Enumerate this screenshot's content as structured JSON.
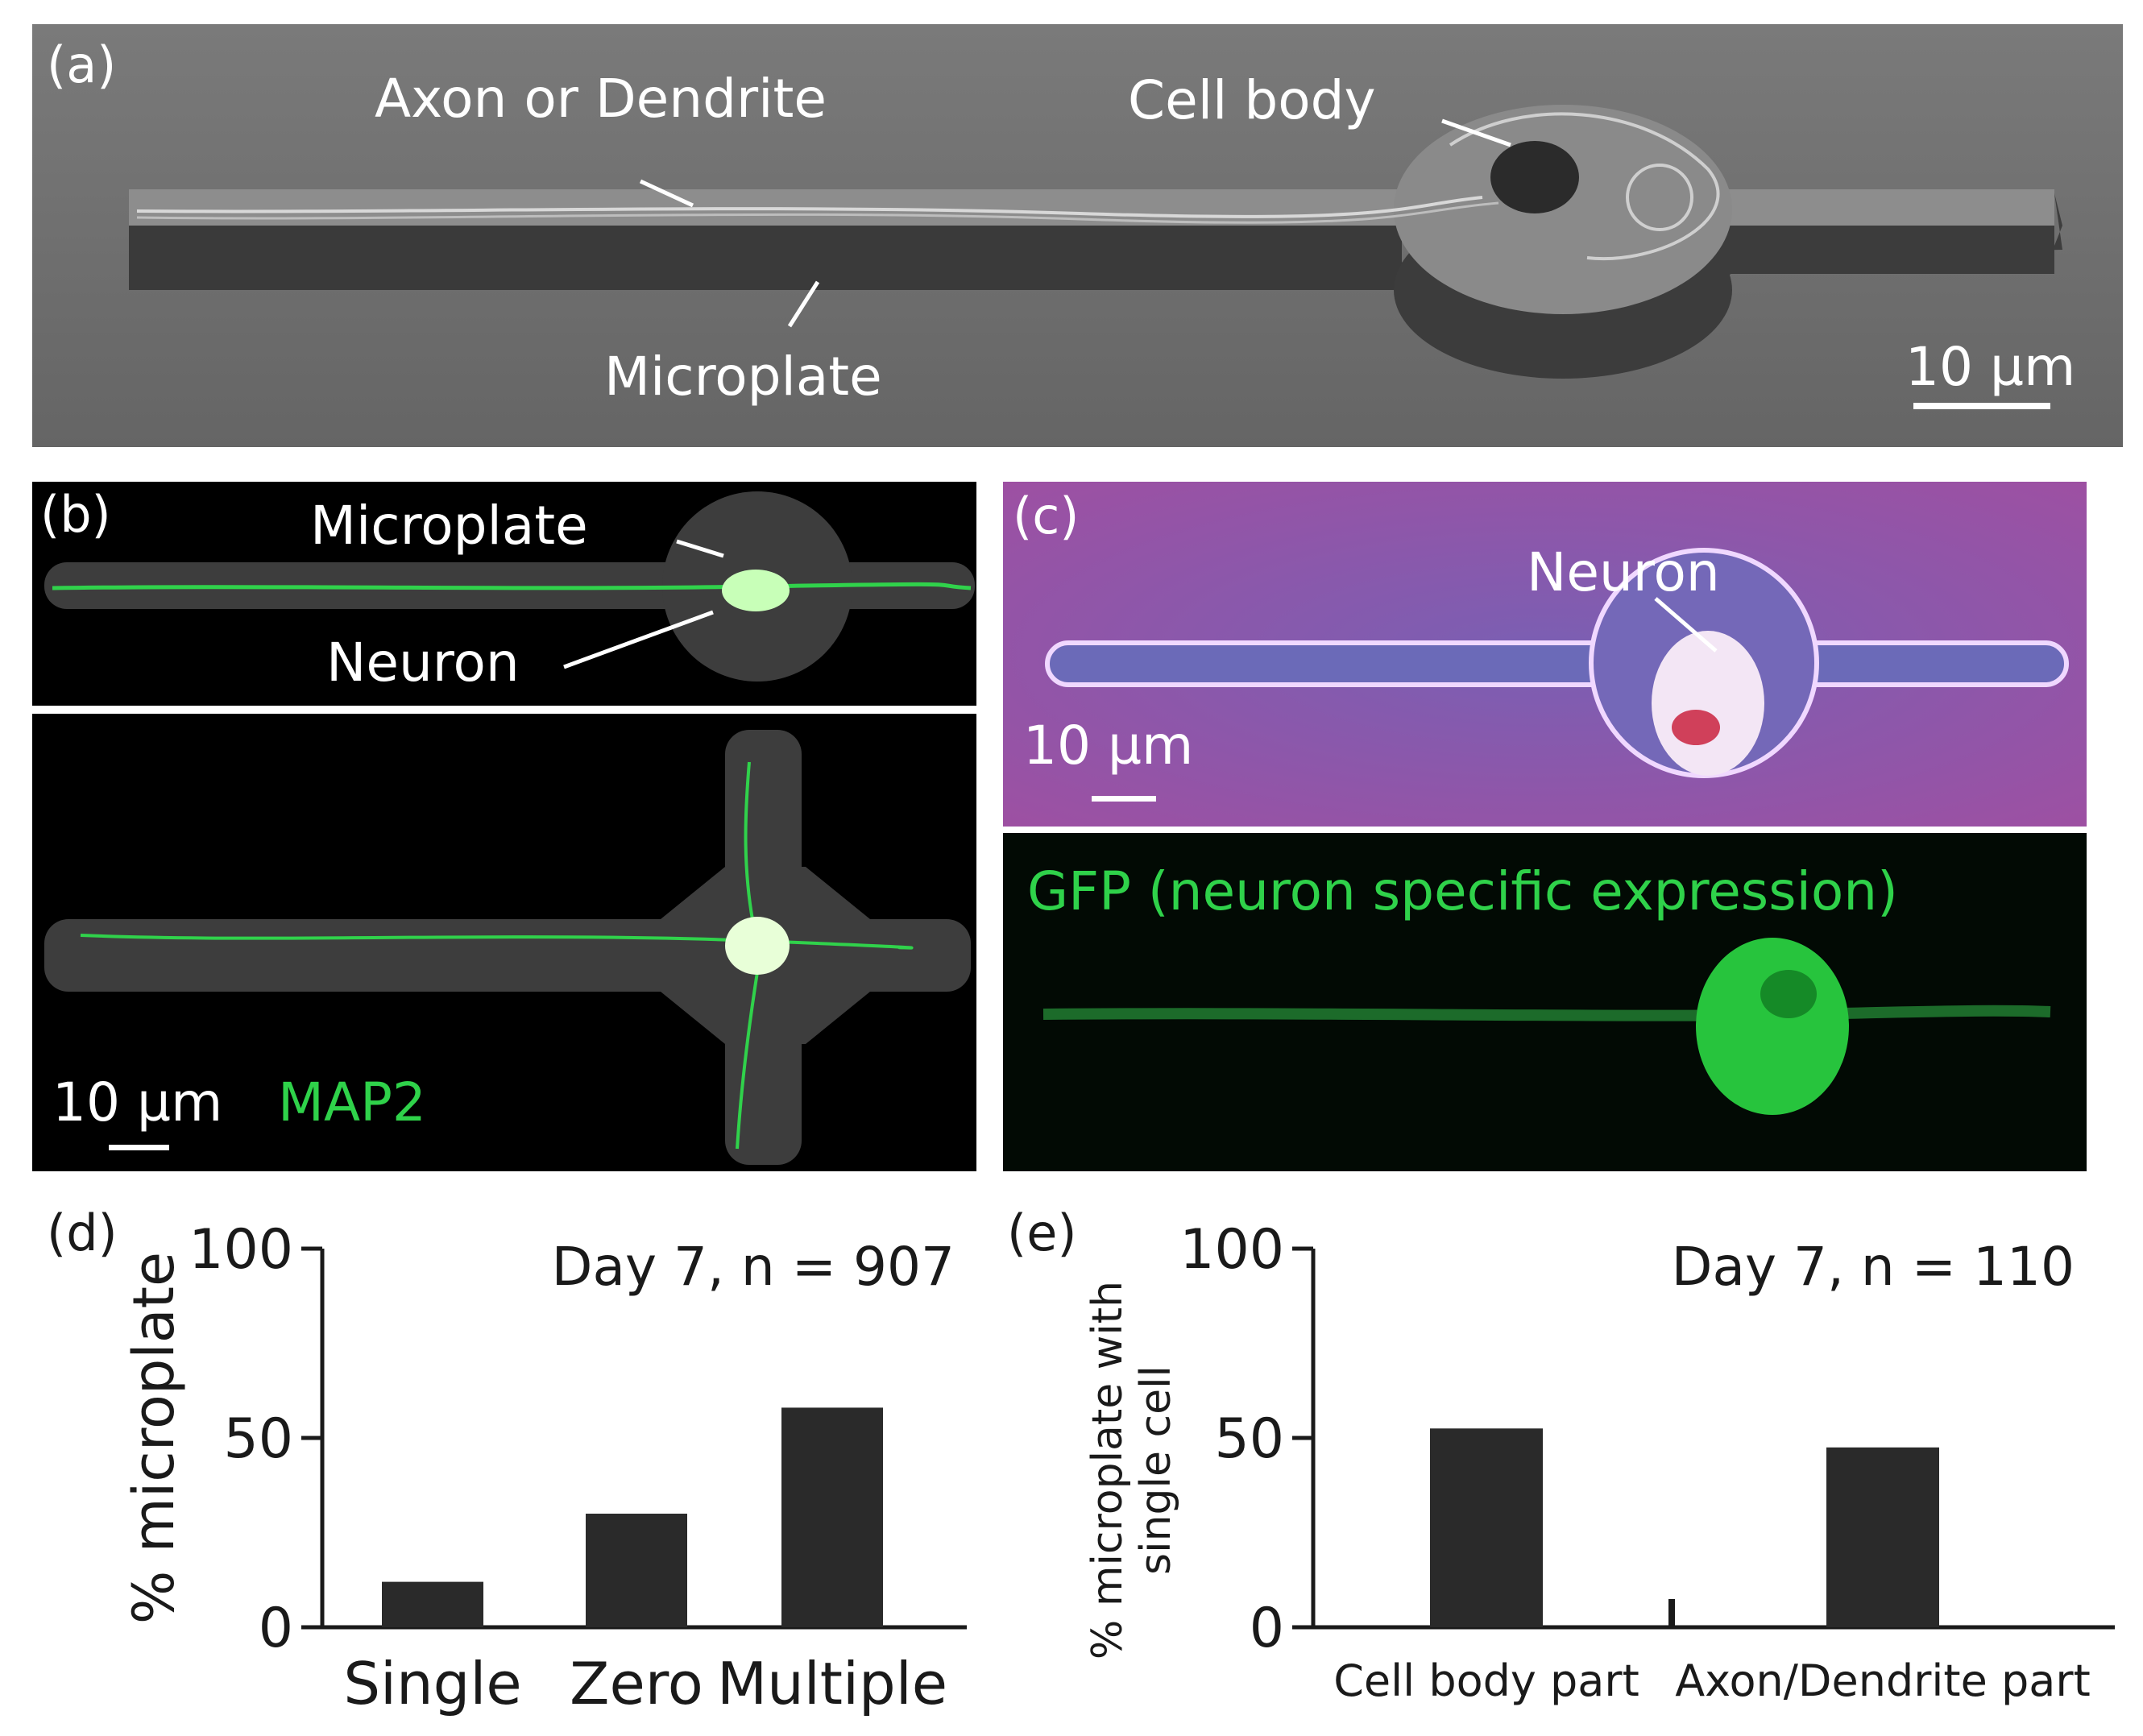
{
  "panel_a": {
    "label": "(a)",
    "annotations": {
      "axon": "Axon or Dendrite",
      "cell_body": "Cell body",
      "microplate": "Microplate"
    },
    "scale_bar": "10 µm"
  },
  "panel_b": {
    "label": "(b)",
    "annotations": {
      "microplate": "Microplate",
      "neuron": "Neuron"
    },
    "scale_bar": "10 µm",
    "stain": "MAP2"
  },
  "panel_c": {
    "label": "(c)",
    "annotations": {
      "neuron": "Neuron"
    },
    "scale_bar": "10 µm",
    "gfp_label": "GFP (neuron specific expression)"
  },
  "panel_d": {
    "label": "(d)"
  },
  "panel_e": {
    "label": "(e)"
  },
  "chart_data": [
    {
      "type": "bar",
      "panel": "(d)",
      "annotation": "Day 7, n = 907",
      "categories": [
        "Single",
        "Zero",
        "Multiple"
      ],
      "values": [
        12,
        30,
        58
      ],
      "ylabel": "% microplate",
      "ylim": [
        0,
        100
      ],
      "yticks": [
        "0",
        "50",
        "100"
      ],
      "grid": false
    },
    {
      "type": "bar",
      "panel": "(e)",
      "annotation": "Day 7, n = 110",
      "categories": [
        "Cell body part",
        "Axon/Dendrite part"
      ],
      "values": [
        52.5,
        47.5
      ],
      "ylabel_lines": [
        "% microplate with",
        "single cell"
      ],
      "ylim": [
        0,
        100
      ],
      "yticks": [
        "0",
        "50",
        "100"
      ],
      "grid": false
    }
  ],
  "colors": {
    "bar": "#2a2a2a",
    "axis": "#1a1a1a",
    "stain_green": "#2fd24a"
  }
}
